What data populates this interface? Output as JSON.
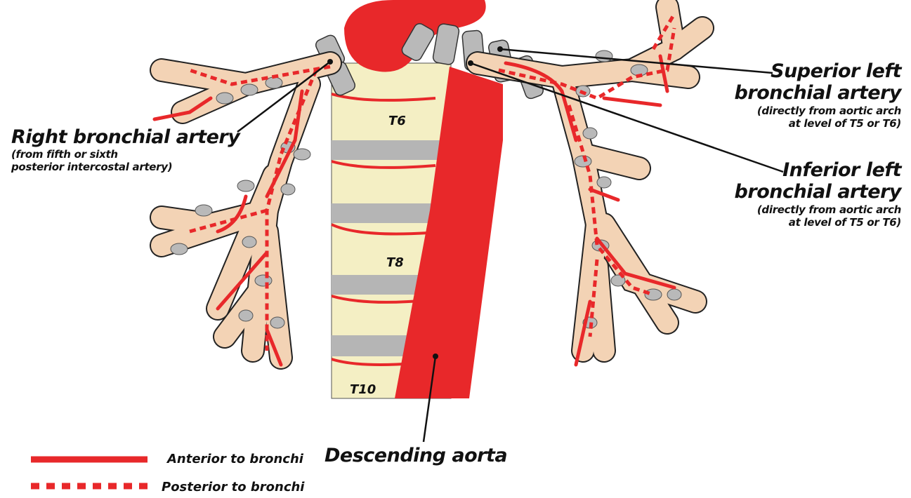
{
  "colors": {
    "artery": "#e8282a",
    "bronchus_fill": "#f3d3b5",
    "cartilage": "#b9b9b9",
    "vertebra": "#f4efc4",
    "disc": "#b5b5b5",
    "outline": "#222222"
  },
  "vertebrae": [
    "T6",
    "T8",
    "T10"
  ],
  "labels": {
    "right_bronchial": {
      "title": "Right bronchial artery",
      "sub1": "(from fifth or sixth",
      "sub2": "posterior intercostal artery)"
    },
    "superior_left": {
      "title1": "Superior left",
      "title2": "bronchial artery",
      "sub1": "(directly from aortic arch",
      "sub2": "at level of T5 or T6)"
    },
    "inferior_left": {
      "title1": "Inferior left",
      "title2": "bronchial artery",
      "sub1": "(directly from aortic arch",
      "sub2": "at level of T5 or T6)"
    },
    "descending_aorta": "Descending aorta"
  },
  "legend": {
    "anterior": "Anterior to bronchi",
    "posterior": "Posterior to bronchi"
  }
}
